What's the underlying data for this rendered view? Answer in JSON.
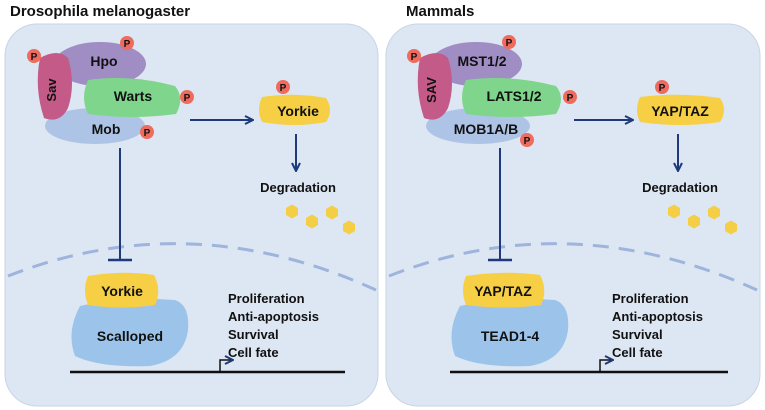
{
  "colors": {
    "panel": "#dde6f3",
    "panel_border": "#c9d4e4",
    "arrow": "#1f3a7a",
    "membrane": "#9fb4dc",
    "phospho": "#ee6b5e",
    "sav": "#c45a87",
    "hpo": "#9f8dc4",
    "warts": "#7fd58c",
    "mob": "#aec4e6",
    "yorkie": "#f6cf45",
    "scalloped": "#9cc4eb",
    "hexagon": "#f4cf45"
  },
  "phospho_label": "P",
  "left": {
    "title": "Drosophila melanogaster",
    "kinases": {
      "sav": "Sav",
      "hpo": "Hpo",
      "warts": "Warts",
      "mob": "Mob"
    },
    "cyto_coactivator": "Yorkie",
    "degradation": "Degradation",
    "nuclear_coactivator": "Yorkie",
    "tf": "Scalloped",
    "outcomes": [
      "Proliferation",
      "Anti-apoptosis",
      "Survival",
      "Cell fate"
    ]
  },
  "right": {
    "title": "Mammals",
    "kinases": {
      "sav": "SAV",
      "hpo": "MST1/2",
      "warts": "LATS1/2",
      "mob": "MOB1A/B"
    },
    "cyto_coactivator": "YAP/TAZ",
    "degradation": "Degradation",
    "nuclear_coactivator": "YAP/TAZ",
    "tf": "TEAD1-4",
    "outcomes": [
      "Proliferation",
      "Anti-apoptosis",
      "Survival",
      "Cell fate"
    ]
  }
}
